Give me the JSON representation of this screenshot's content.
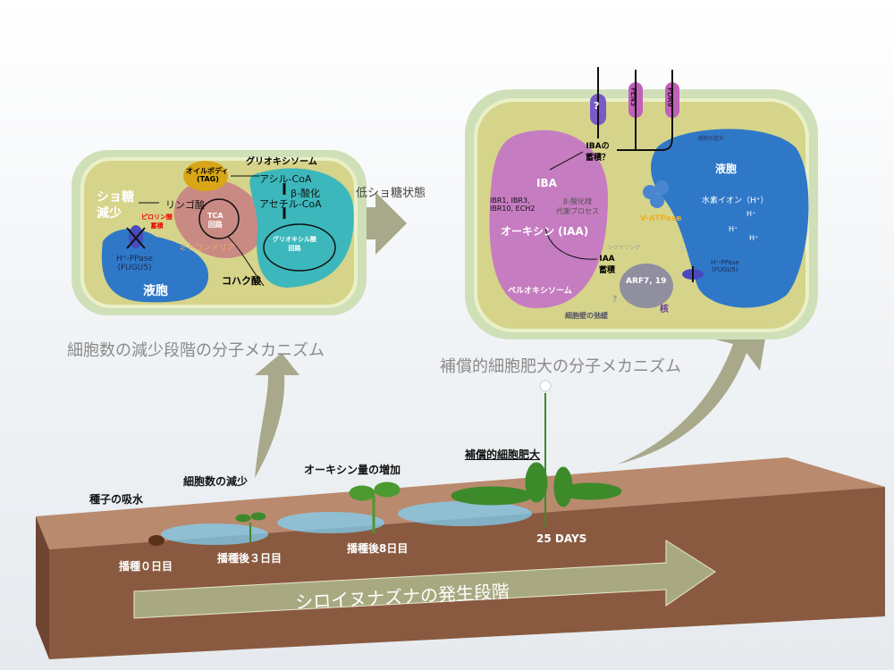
{
  "left_cell": {
    "sugar_decrease": "ショ糖\n減少",
    "oil_body": "オイルボディ",
    "tag": "(TAG)",
    "glyoxysome": "グリオキシソーム",
    "acyl_coa": "アシル-CoA",
    "beta_oxidation": "β-酸化",
    "acetyl_coa": "アセチル-CoA",
    "malate": "リンゴ酸",
    "ppi": "ピロリン酸\n蓄積",
    "tca": "TCA\n回路",
    "mitochondria": "ミトコンドリア",
    "glyoxylate": "グリオキシル酸\n回路",
    "succinate": "コハク酸",
    "hppase": "H⁺-PPase\n(FUGU5)",
    "vacuole": "液胞"
  },
  "transition_label": "低ショ糖状態",
  "right_cell": {
    "unknown": "?",
    "pen3": "PEN3",
    "pdr9": "PDR9",
    "iba_accum": "IBAの\n蓄積？",
    "iba": "IBA",
    "ibr_genes": "IBR1, IBR3,\nIBR10, ECH2",
    "beta_like": "β-酸化様\n代謝プロセス",
    "auxin": "オーキシン (IAA)",
    "peroxisome": "ペルオキシソーム",
    "iaa_accum": "IAA\n蓄積",
    "signaling": "シグナリング",
    "arf": "ARF7, 19",
    "nucleus": "核",
    "cell_wall": "細胞壁の弛緩",
    "vacuole_enlarge": "液胞の肥大",
    "vacuole": "液胞",
    "h_ion": "水素イオン（H⁺）",
    "h1": "H⁺",
    "h2": "H⁺",
    "h3": "H⁺",
    "vatpase": "V-ATPase",
    "hppase": "H⁺-PPase\n(FUGU5)",
    "q": "?",
    "q2": "?"
  },
  "captions": {
    "left": "細胞数の減少段階の分子メカニズム",
    "right": "補償的細胞肥大の分子メカニズム"
  },
  "stages": {
    "imbibition": "種子の吸水",
    "cell_decrease": "細胞数の減少",
    "auxin_increase": "オーキシン量の増加",
    "compensated": "補償的細胞肥大",
    "day0": "播種０日目",
    "day3": "播種後３日目",
    "day8": "播種後8日目",
    "day25": "25 DAYS",
    "title": "シロイヌナズナの発生段階"
  }
}
